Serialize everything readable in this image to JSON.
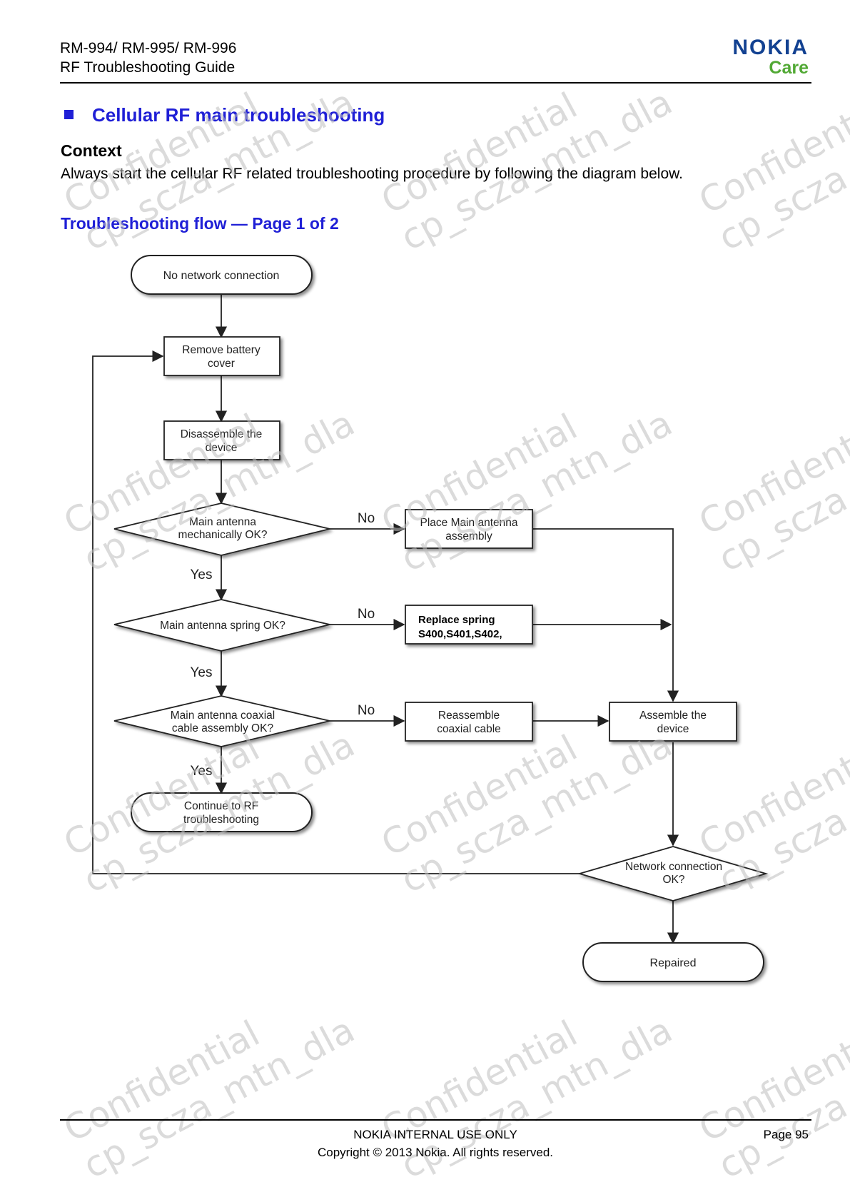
{
  "header": {
    "model": "RM-994/ RM-995/ RM-996",
    "guide": "RF Troubleshooting Guide",
    "logo_brand": "NOKIA",
    "logo_sub": "Care"
  },
  "section": {
    "title": "Cellular RF main troubleshooting",
    "context_heading": "Context",
    "context_body": "Always start  the cellular RF related troubleshooting procedure by following the diagram below.",
    "flow_title": "Troubleshooting flow — Page 1 of 2"
  },
  "flow": {
    "start": "No network connection",
    "remove_cover": [
      "Remove battery",
      "cover"
    ],
    "disassemble": [
      "Disassemble the",
      "device"
    ],
    "q_mech": [
      "Main antenna",
      "mechanically OK?"
    ],
    "q_spring": "Main antenna spring OK?",
    "q_coax": [
      "Main antenna coaxial",
      "cable assembly OK?"
    ],
    "place_antenna": [
      "Place Main antenna",
      "assembly"
    ],
    "replace_spring": [
      "Replace spring",
      "S400,S401,S402,"
    ],
    "reassemble_coax": [
      "Reassemble",
      "coaxial cable"
    ],
    "assemble": [
      "Assemble the",
      "device"
    ],
    "continue_rf": [
      "Continue to RF",
      "troubleshooting"
    ],
    "q_network": [
      "Network connection",
      "OK?"
    ],
    "repaired": "Repaired",
    "yes": "Yes",
    "no": "No"
  },
  "watermark": {
    "line1": "Confidential",
    "line2": "cp_scza_mtn_dla"
  },
  "footer": {
    "internal": "NOKIA INTERNAL USE ONLY",
    "copyright": "Copyright © 2013 Nokia. All rights reserved.",
    "page": "Page 95"
  }
}
